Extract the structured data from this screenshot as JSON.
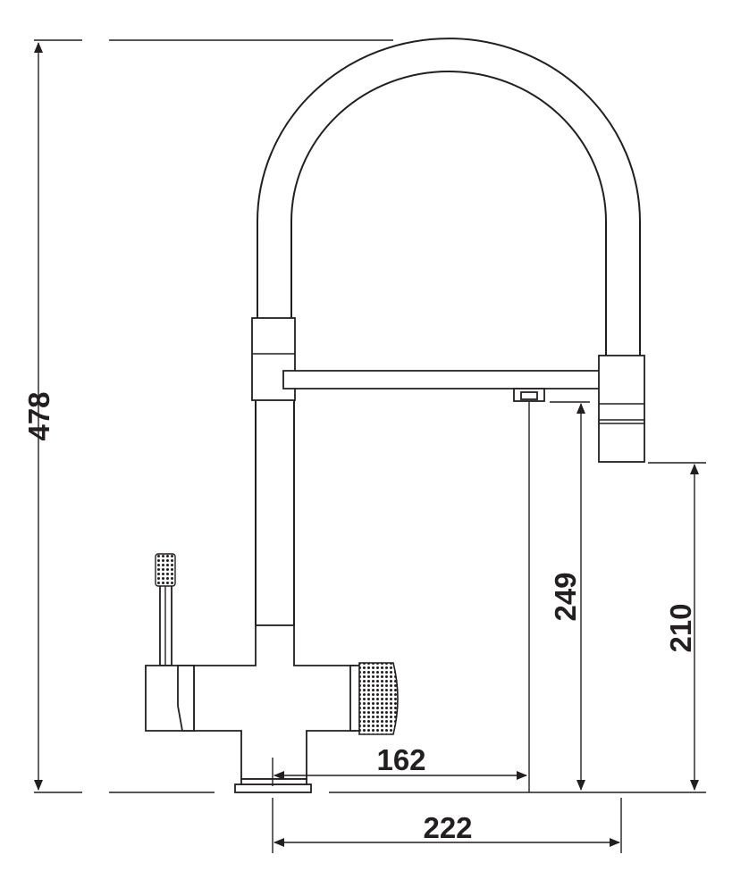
{
  "dimensions": {
    "total_height": "478",
    "spout_outlet_height": "249",
    "hose_outlet_height": "210",
    "spout_reach": "162",
    "hose_reach": "222"
  },
  "colors": {
    "line": "#231f20",
    "background": "#ffffff"
  }
}
